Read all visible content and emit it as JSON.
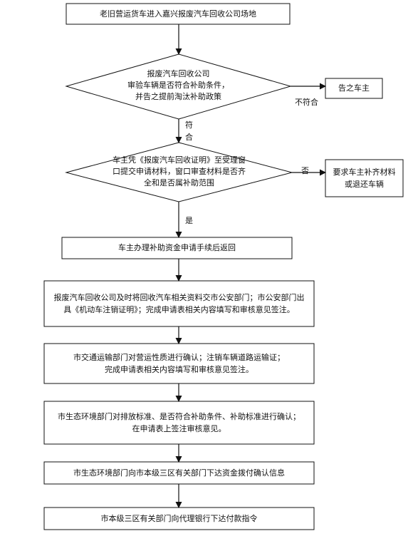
{
  "nodes": {
    "start": {
      "lines": [
        "老旧营运货车进入嘉兴报废汽车回收公司场地"
      ]
    },
    "check_eligibility": {
      "lines": [
        "报废汽车回收公司",
        "审验车辆是否符合补助条件，",
        "并告之提前淘汰补助政策"
      ]
    },
    "notify_owner": {
      "lines": [
        "告之车主"
      ]
    },
    "submit_application": {
      "lines": [
        "车主凭《报废汽车回收证明》至受理窗",
        "口提交申请材料，窗口审查材料是否齐",
        "全和是否属补助范围"
      ]
    },
    "request_materials": {
      "lines": [
        "要求车主补齐材料",
        "或退还车辆"
      ]
    },
    "owner_return": {
      "lines": [
        "车主办理补助资金申请手续后返回"
      ]
    },
    "submit_public_security": {
      "lines": [
        "报废汽车回收公司及时将回收汽车相关资料交市公安部门；市公安部门出",
        "具《机动车注销证明》；完成申请表相关内容填写和审核意见签注。"
      ]
    },
    "transport_confirm": {
      "lines": [
        "市交通运输部门对营运性质进行确认；注销车辆道路运输证；",
        "完成申请表相关内容填写和审核意见签注。"
      ]
    },
    "ecology_confirm": {
      "lines": [
        "市生态环境部门对排放标准、是否符合补助条件、补助标准进行确认；",
        "在申请表上签注审核意见。"
      ]
    },
    "ecology_issue": {
      "lines": [
        "市生态环境部门向市本级三区有关部门下达资金拨付确认信息"
      ]
    },
    "district_instruct": {
      "lines": [
        "市本级三区有关部门向代理银行下达付款指令"
      ]
    }
  },
  "edge_labels": {
    "not_eligible": "不符合",
    "eligible_1": "符",
    "eligible_2": "合",
    "no": "否",
    "yes": "是"
  }
}
